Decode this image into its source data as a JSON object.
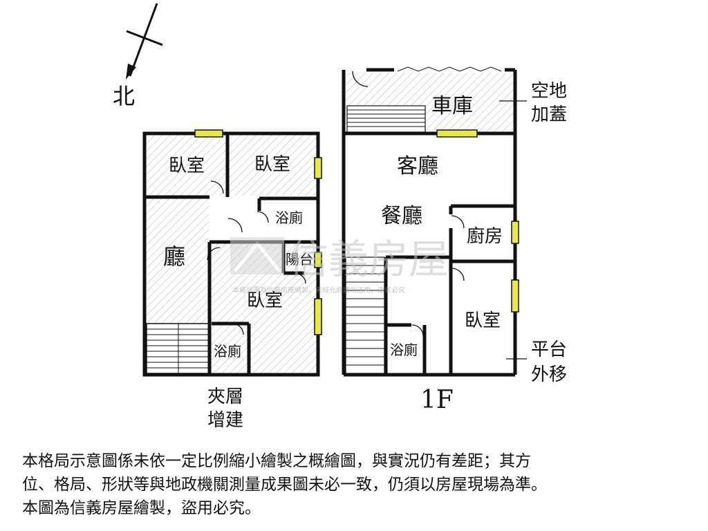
{
  "compass": {
    "north_label": "北"
  },
  "mezzanine": {
    "rooms": {
      "bedroom_1": "臥室",
      "bedroom_2": "臥室",
      "bathroom_1": "浴廁",
      "living": "廳",
      "balcony": "陽台",
      "bedroom_3": "臥室",
      "bathroom_2": "浴廁"
    },
    "caption_line1": "夾層",
    "caption_line2": "增建"
  },
  "floor1": {
    "rooms": {
      "garage": "車庫",
      "living_room": "客廳",
      "dining_room": "餐廳",
      "kitchen": "廚房",
      "bedroom": "臥室",
      "bathroom": "浴廁"
    },
    "floor_label": "1F",
    "note_garage_line1": "空地",
    "note_garage_line2": "加蓋",
    "note_platform_line1": "平台",
    "note_platform_line2": "外移"
  },
  "watermark": {
    "brand": "信義房屋",
    "notice": "本格局圖為信義房屋繪製，未經允許請勿盜用，違者必究"
  },
  "disclaimer": {
    "line1": "本格局示意圖係未依一定比例縮小繪製之概繪圖，與實況仍有差距；其方",
    "line2": "位、格局、形狀等與地政機關測量成果圖未必一致，仍須以房屋現場為準。",
    "line3": "本圖為信義房屋繪製，盜用必究。"
  },
  "colors": {
    "wall": "#111111",
    "window": "#e8e84a",
    "hatch": "#b8b8b8",
    "watermark": "#c9c9c9"
  }
}
